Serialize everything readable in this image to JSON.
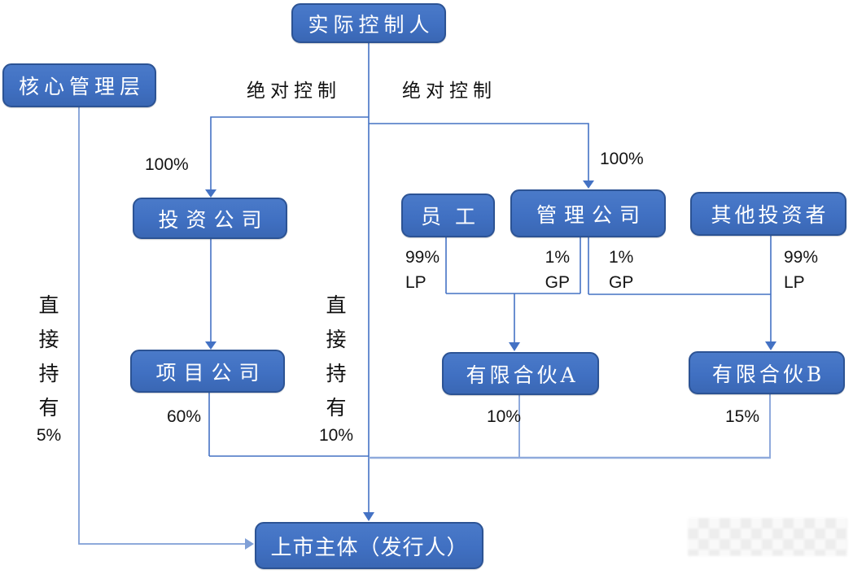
{
  "nodes": {
    "actual_controller": {
      "label": "实际控制人"
    },
    "core_management": {
      "label": "核心管理层"
    },
    "investment_company": {
      "label": "投资公司"
    },
    "employees": {
      "label": "员工"
    },
    "management_company": {
      "label": "管理公司"
    },
    "other_investors": {
      "label": "其他投资者"
    },
    "project_company": {
      "label": "项目公司"
    },
    "limited_partnership_a": {
      "label": "有限合伙A"
    },
    "limited_partnership_b": {
      "label": "有限合伙B"
    },
    "listed_entity": {
      "label": "上市主体（发行人）"
    }
  },
  "edge_labels": {
    "absolute_control_left": "绝对控制",
    "absolute_control_right": "绝对控制",
    "pct_100_left": "100%",
    "pct_100_right": "100%",
    "employees_stake": {
      "pct": "99%",
      "role": "LP"
    },
    "management_stake_a": {
      "pct": "1%",
      "role": "GP"
    },
    "management_stake_b": {
      "pct": "1%",
      "role": "GP"
    },
    "other_investors_stake": {
      "pct": "99%",
      "role": "LP"
    },
    "direct_hold_left": [
      "直",
      "接",
      "持",
      "有",
      "5%"
    ],
    "direct_hold_center": [
      "直",
      "接",
      "持",
      "有",
      "10%"
    ],
    "project_company_stake": "60%",
    "limited_partnership_a_stake": "10%",
    "limited_partnership_b_stake": "15%"
  },
  "colors": {
    "node_fill": "#4472C4",
    "node_border": "#2C5394",
    "node_text": "#FFFFFF",
    "connector": "#4472C4",
    "connector_light": "#8FAADC",
    "label_text": "#141414"
  }
}
